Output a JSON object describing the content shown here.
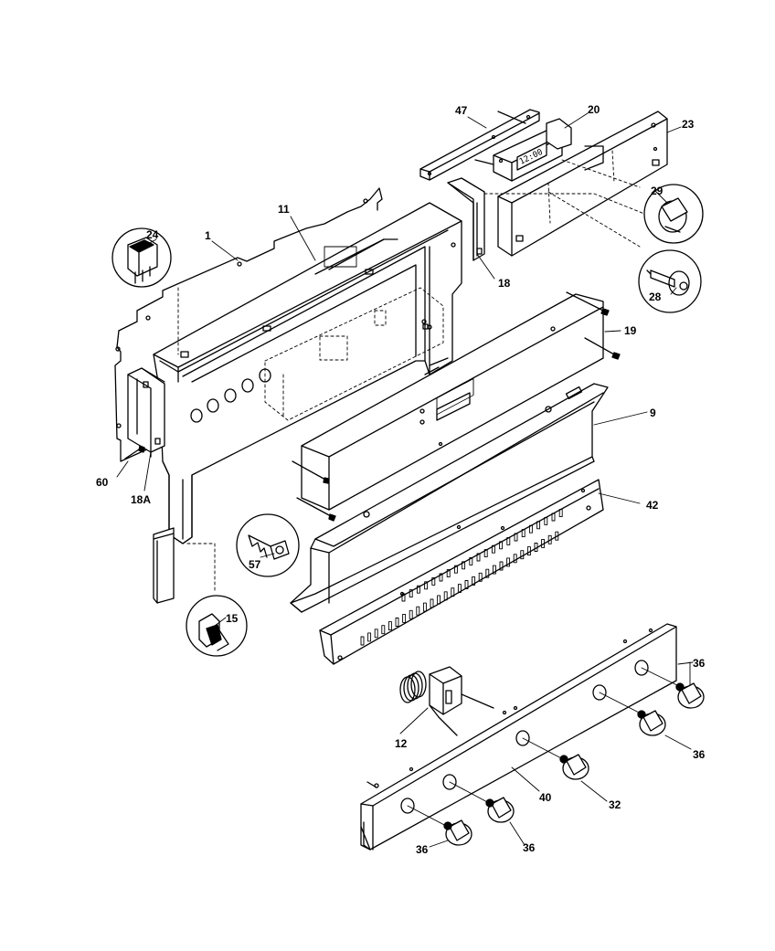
{
  "labels": {
    "p1": "1",
    "p9": "9",
    "p11": "11",
    "p12": "12",
    "p15": "15",
    "p18": "18",
    "p18a": "18A",
    "p19": "19",
    "p20": "20",
    "p23": "23",
    "p24": "24",
    "p28": "28",
    "p29": "29",
    "p32": "32",
    "p36_top": "36",
    "p36_mid": "36",
    "p36_bottom_left": "36",
    "p36_bottom_center": "36",
    "p40": "40",
    "p42": "42",
    "p47": "47",
    "p57": "57",
    "p60": "60"
  },
  "clock_display": "12:00"
}
